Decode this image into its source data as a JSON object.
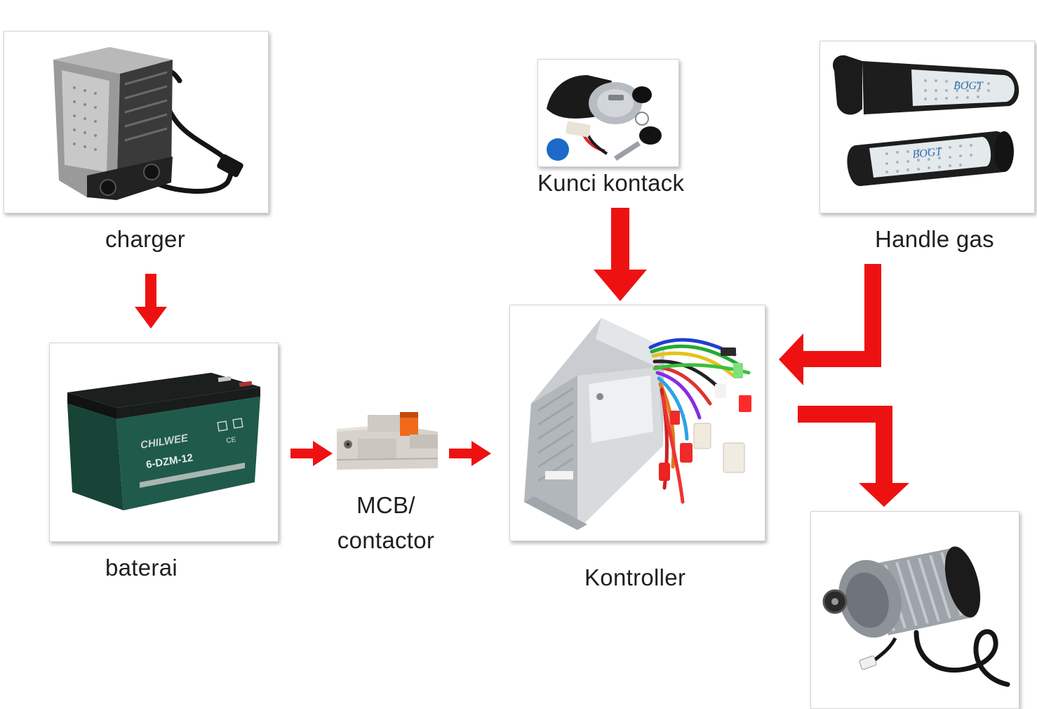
{
  "components": {
    "charger": {
      "label": "charger"
    },
    "battery": {
      "label": "baterai",
      "brand_text": "CHILWEE",
      "model_text": "6-DZM-12",
      "mark_text": "CE"
    },
    "mcb": {
      "label_line1": "MCB/",
      "label_line2": "contactor"
    },
    "ignition_key": {
      "label": "Kunci kontack"
    },
    "throttle": {
      "label": "Handle gas",
      "brand_text": "BOGT"
    },
    "controller": {
      "label": "Kontroller"
    },
    "motor": {
      "label": ""
    }
  },
  "colors": {
    "arrow": "#ee1111",
    "frame_border": "#d4d4d4",
    "battery_body": "#1f5a4a",
    "controller_body": "#cfd3d6"
  },
  "icons": [
    "charger-photo",
    "battery-photo",
    "mcb-photo",
    "ignition-key-photo",
    "throttle-grip-photo",
    "controller-photo",
    "motor-photo"
  ]
}
